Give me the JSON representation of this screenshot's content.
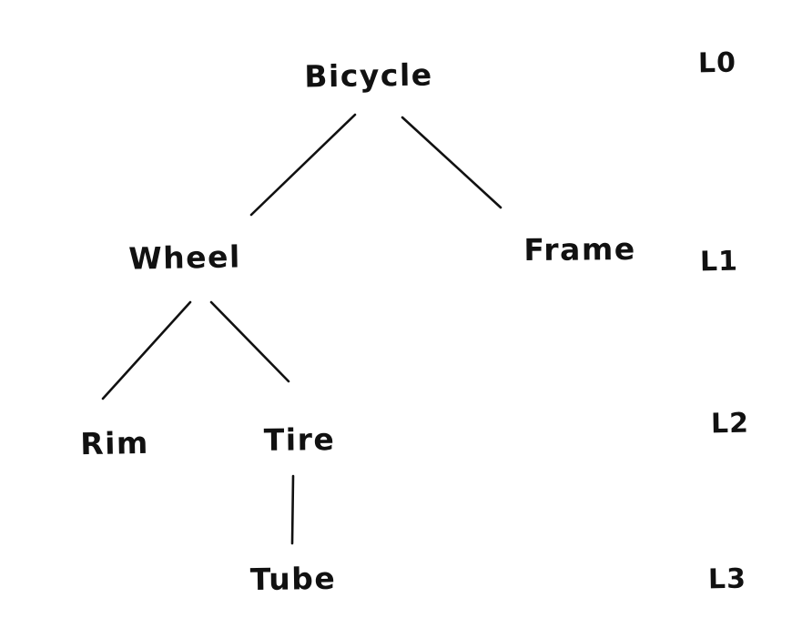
{
  "diagram": {
    "type": "tree",
    "style": "hand-drawn",
    "background_color": "#ffffff",
    "ink_color": "#111111",
    "nodes": [
      {
        "id": "bicycle",
        "label": "Bicycle",
        "level": "L0",
        "parent": null
      },
      {
        "id": "wheel",
        "label": "Wheel",
        "level": "L1",
        "parent": "bicycle"
      },
      {
        "id": "frame",
        "label": "Frame",
        "level": "L1",
        "parent": "bicycle"
      },
      {
        "id": "rim",
        "label": "Rim",
        "level": "L2",
        "parent": "wheel"
      },
      {
        "id": "tire",
        "label": "Tire",
        "level": "L2",
        "parent": "wheel"
      },
      {
        "id": "tube",
        "label": "Tube",
        "level": "L3",
        "parent": "tire"
      }
    ],
    "edges": [
      {
        "from": "bicycle",
        "to": "wheel"
      },
      {
        "from": "bicycle",
        "to": "frame"
      },
      {
        "from": "wheel",
        "to": "rim"
      },
      {
        "from": "wheel",
        "to": "tire"
      },
      {
        "from": "tire",
        "to": "tube"
      }
    ],
    "level_labels": [
      {
        "label": "L0"
      },
      {
        "label": "L1"
      },
      {
        "label": "L2"
      },
      {
        "label": "L3"
      }
    ]
  }
}
